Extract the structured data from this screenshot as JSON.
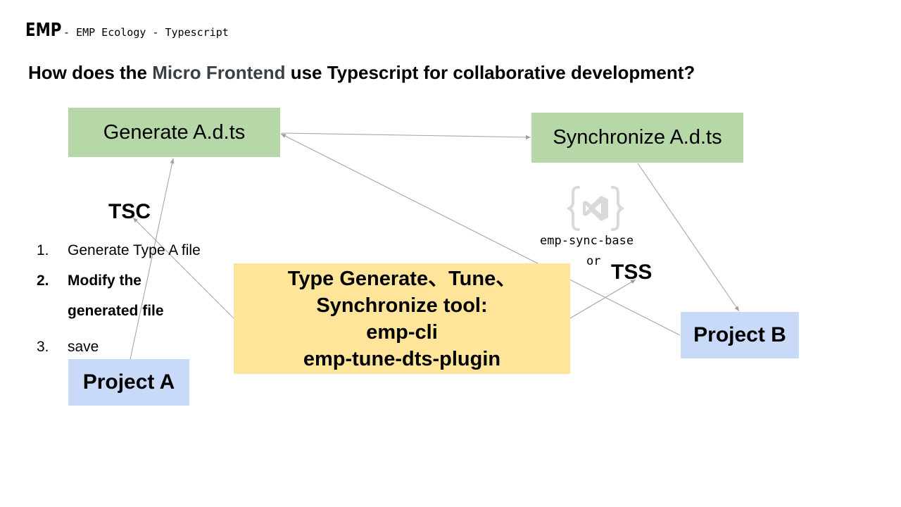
{
  "header": {
    "brand": "EMP",
    "subtitle": "- EMP Ecology - Typescript"
  },
  "headline": {
    "part1": "How does the ",
    "highlight": "Micro Frontend",
    "part2": " use Typescript for collaborative development?"
  },
  "boxes": {
    "generate": "Generate A.d.ts",
    "synchronize": "Synchronize A.d.ts",
    "project_a": "Project A",
    "project_b": "Project B",
    "tool_lines": [
      "Type Generate、Tune、",
      "Synchronize tool:",
      "emp-cli",
      "emp-tune-dts-plugin"
    ]
  },
  "labels": {
    "tsc": "TSC",
    "tss": "TSS",
    "sync_base": "emp-sync-base",
    "or": "or"
  },
  "steps": [
    {
      "num": "1.",
      "text": "Generate Type A file",
      "bold": false
    },
    {
      "num": "2.",
      "text": "Modify the",
      "bold": true
    },
    {
      "num": "",
      "text": "generated file",
      "bold": true
    },
    {
      "num": "3.",
      "text": "save",
      "bold": false
    }
  ],
  "icons": {
    "sync": "visual-studio-icon"
  },
  "colors": {
    "green": "#b6d7a8",
    "blue": "#c9daf8",
    "yellow": "#ffe599",
    "arrow": "#a6a6a6"
  }
}
